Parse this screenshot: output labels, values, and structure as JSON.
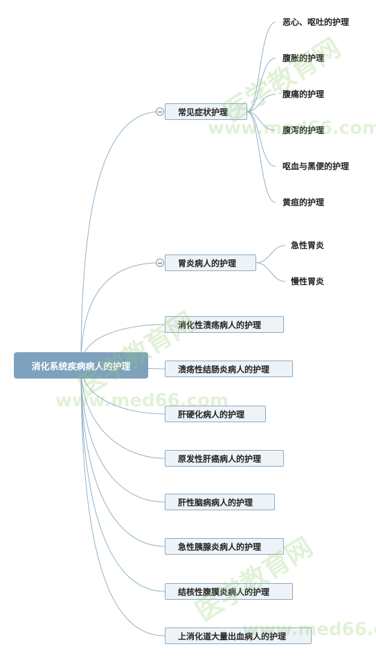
{
  "root": {
    "label": "消化系统疾病病人的护理"
  },
  "branches": [
    {
      "label": "常见症状护理",
      "children": [
        "恶心、呕吐的护理",
        "腹胀的护理",
        "腹痛的护理",
        "腹泻的护理",
        "呕血与黑便的护理",
        "黄疸的护理"
      ]
    },
    {
      "label": "胃炎病人的护理",
      "children": [
        "急性胃炎",
        "慢性胃炎"
      ]
    },
    {
      "label": "消化性溃疡病人的护理"
    },
    {
      "label": "溃疡性结肠炎病人的护理"
    },
    {
      "label": "肝硬化病人的护理"
    },
    {
      "label": "原发性肝癌病人的护理"
    },
    {
      "label": "肝性脑病病人的护理"
    },
    {
      "label": "急性胰腺炎病人的护理"
    },
    {
      "label": "结核性腹膜炎病人的护理"
    },
    {
      "label": "上消化道大量出血病人的护理"
    }
  ],
  "watermarks": {
    "cn": "医学教育网",
    "url": "www.med66.com"
  },
  "colors": {
    "root_bg": "#7ea1bd",
    "node_bg": "#eef3f7",
    "node_border": "#8aa9c2",
    "link": "#8fb0c8"
  }
}
